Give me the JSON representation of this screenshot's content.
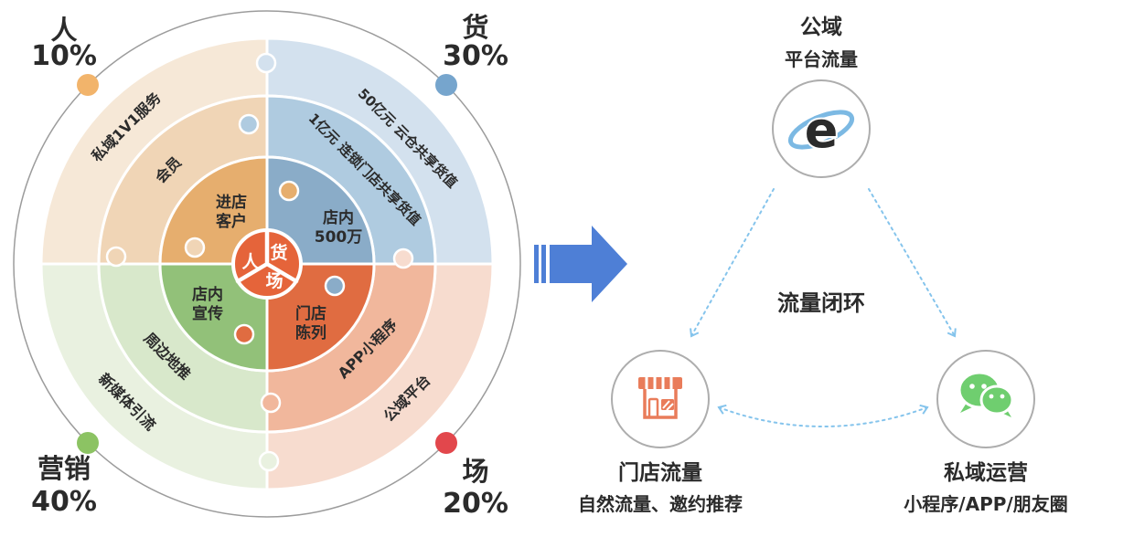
{
  "puzzle": {
    "center": {
      "left": "人",
      "right": "货",
      "bottom": "场"
    },
    "quadrants": [
      {
        "key": "ren",
        "corner_label": "人",
        "corner_percent": "10%",
        "outer": "私域1V1服务",
        "middle": "会员",
        "inner_line1": "进店",
        "inner_line2": "客户"
      },
      {
        "key": "huo",
        "corner_label": "货",
        "corner_percent": "30%",
        "outer": "50亿元 云仓共享货值",
        "middle": "1亿元 连锁门店共享货值",
        "inner_line1": "店内",
        "inner_line2": "500万"
      },
      {
        "key": "chang",
        "corner_label": "场",
        "corner_percent": "20%",
        "outer": "公域平台",
        "middle": "APP小程序",
        "inner_line1": "门店",
        "inner_line2": "陈列"
      },
      {
        "key": "yingxiao",
        "corner_label": "营销",
        "corner_percent": "40%",
        "outer": "新媒体引流",
        "middle": "周边地推",
        "inner_line1": "店内",
        "inner_line2": "宣传"
      }
    ]
  },
  "flow": {
    "top_node": {
      "title": "公域",
      "subtitle": "平台流量",
      "icon": "ie-browser-icon"
    },
    "center_label": "流量闭环",
    "store_node": {
      "title": "门店流量",
      "subtitle": "自然流量、邀约推荐",
      "icon": "storefront-icon"
    },
    "wechat_node": {
      "title": "私域运营",
      "subtitle": "小程序/APP/朋友圈",
      "icon": "wechat-icon"
    }
  },
  "colors": {
    "ren_outer": "#F6E8D7",
    "ren_middle": "#F0D5B6",
    "ren_inner": "#E6AE6E",
    "ren_dot": "#F2B46B",
    "huo_outer": "#D3E1EE",
    "huo_middle": "#AFCBE0",
    "huo_inner": "#8AACC8",
    "huo_dot": "#76A5CD",
    "chang_outer": "#F7DCCF",
    "chang_middle": "#F1B79C",
    "chang_inner": "#E06C41",
    "chang_dot": "#E2474C",
    "ying_outer": "#E9F1E0",
    "ying_middle": "#D8E8CB",
    "ying_inner": "#92C179",
    "ying_dot": "#8CC363",
    "center_circle": "#E5643A",
    "outer_circle": "#9C9C9C",
    "arrow_blue": "#4E7FD6",
    "dashed_blue": "#85C4EC",
    "ie_blue": "#7CB9E3",
    "store_orange": "#E97C5A",
    "wechat_green": "#6FCE6F"
  }
}
